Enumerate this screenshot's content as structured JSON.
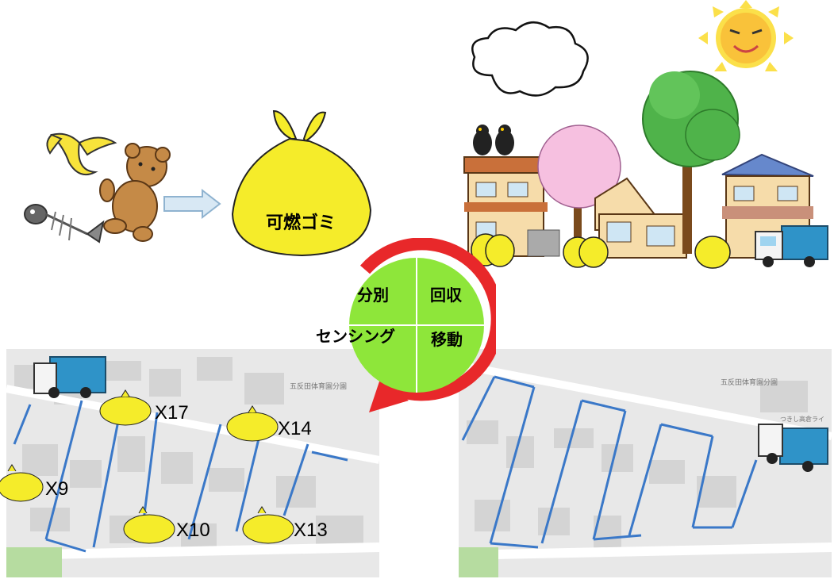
{
  "garbage_bag_label": "可燃ゴミ",
  "cycle": {
    "q1": "分別",
    "q2": "回収",
    "q3": "センシング",
    "q4": "移動"
  },
  "counts": {
    "c17": "X17",
    "c14": "X14",
    "c9": "X9",
    "c10": "X10",
    "c13": "X13"
  },
  "map_labels": {
    "park": "五反田体育園分園",
    "station": "つきし高倉ライ"
  },
  "colors": {
    "bag": "#f5ec2a",
    "cycle_green": "#8ee63a",
    "cycle_red": "#e8282a",
    "route_arrow": "#3a78c8",
    "truck": "#2f93c8"
  }
}
